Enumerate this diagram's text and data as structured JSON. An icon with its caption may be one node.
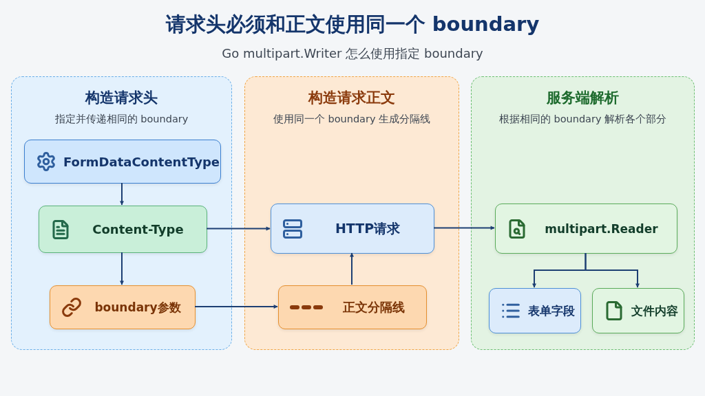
{
  "diagram": {
    "title": "请求头必须和正文使用同一个 boundary",
    "caption": "Go multipart.Writer 怎么使用指定 boundary",
    "nodes": [
      {
        "text": [
          "构造请求头",
          "指定并传递相同的 boundary"
        ]
      },
      {
        "text": [
          "FormDataContentType"
        ],
        "in": 0
      },
      {
        "text": [
          "Content-Type"
        ],
        "in": 0
      },
      {
        "text": [
          "boundary参数"
        ],
        "in": 0
      },
      {
        "text": [
          "构造请求正文",
          "使用同一个 boundary 生成分隔线"
        ]
      },
      {
        "text": [
          "HTTP请求"
        ],
        "in": 4
      },
      {
        "text": [
          "正文分隔线"
        ],
        "in": 4
      },
      {
        "text": [
          "服务端解析",
          "根据相同的 boundary 解析各个部分"
        ]
      },
      {
        "text": [
          "multipart.Reader"
        ],
        "in": 7
      },
      {
        "text": [
          "表单字段"
        ],
        "in": 7
      },
      {
        "text": [
          "文件内容"
        ],
        "in": 7
      }
    ],
    "edges": [
      {
        "from": 1,
        "to": 2,
        "arrow": "to"
      },
      {
        "from": 2,
        "to": 3,
        "arrow": "to"
      },
      {
        "from": 2,
        "to": 5,
        "arrow": "to"
      },
      {
        "from": 3,
        "to": 6,
        "arrow": "to"
      },
      {
        "from": 6,
        "to": 5,
        "arrow": "to"
      },
      {
        "from": 5,
        "to": 8,
        "arrow": "to"
      },
      {
        "from": 8,
        "to": 9,
        "arrow": "to"
      },
      {
        "from": 8,
        "to": 10,
        "arrow": "to"
      }
    ]
  }
}
